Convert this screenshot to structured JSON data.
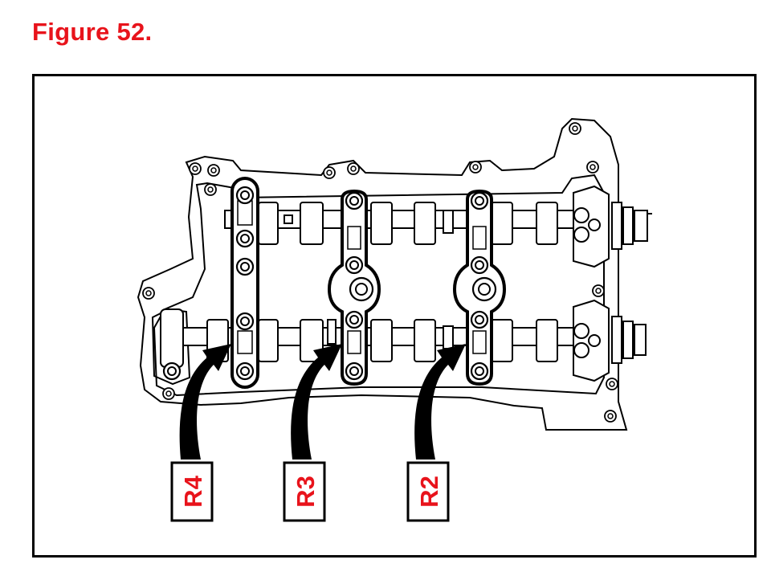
{
  "figure": {
    "title": "Figure 52."
  },
  "labels": [
    {
      "id": "r4",
      "text": "R4"
    },
    {
      "id": "r3",
      "text": "R3"
    },
    {
      "id": "r2",
      "text": "R2"
    }
  ],
  "colors": {
    "title": "#e8131b",
    "label_text": "#e8131b",
    "line": "#000000"
  }
}
